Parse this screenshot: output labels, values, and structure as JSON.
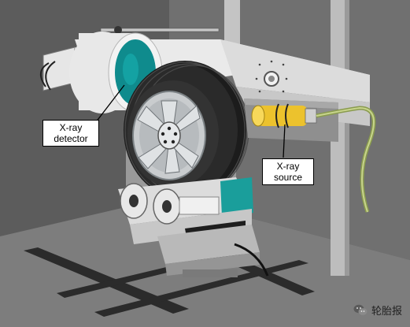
{
  "labels": {
    "detector": {
      "line1": "X-ray",
      "line2": "detector"
    },
    "source": {
      "line1": "X-ray",
      "line2": "source"
    }
  },
  "watermark": {
    "text": "轮胎报",
    "icon": "wechat-icon"
  },
  "colors": {
    "background": "#646464",
    "floor": "#7b7b7b",
    "wall": "#8e8e8e",
    "machine_white": "#e9e9e9",
    "detector_teal": "#0f8b8d",
    "tire": "#222222",
    "rim": "#c9ccce",
    "base_teal": "#1a9e9b",
    "source_yellow": "#ecc22d",
    "cable_green": "#b8c97a"
  }
}
